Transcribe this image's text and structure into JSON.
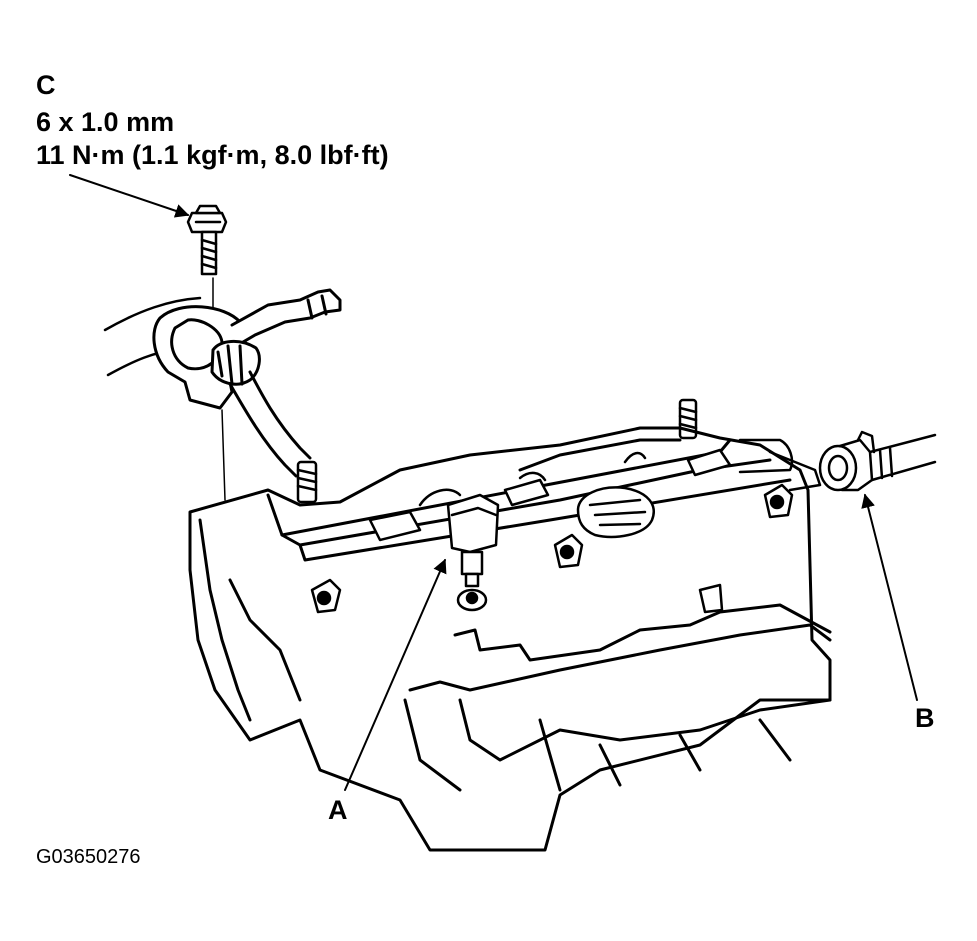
{
  "callouts": {
    "c": {
      "letter": "C",
      "spec": "6 x 1.0 mm",
      "torque": "11 N·m (1.1 kgf·m, 8.0 lbf·ft)"
    },
    "a": {
      "letter": "A"
    },
    "b": {
      "letter": "B"
    }
  },
  "figure_id": "G03650276"
}
